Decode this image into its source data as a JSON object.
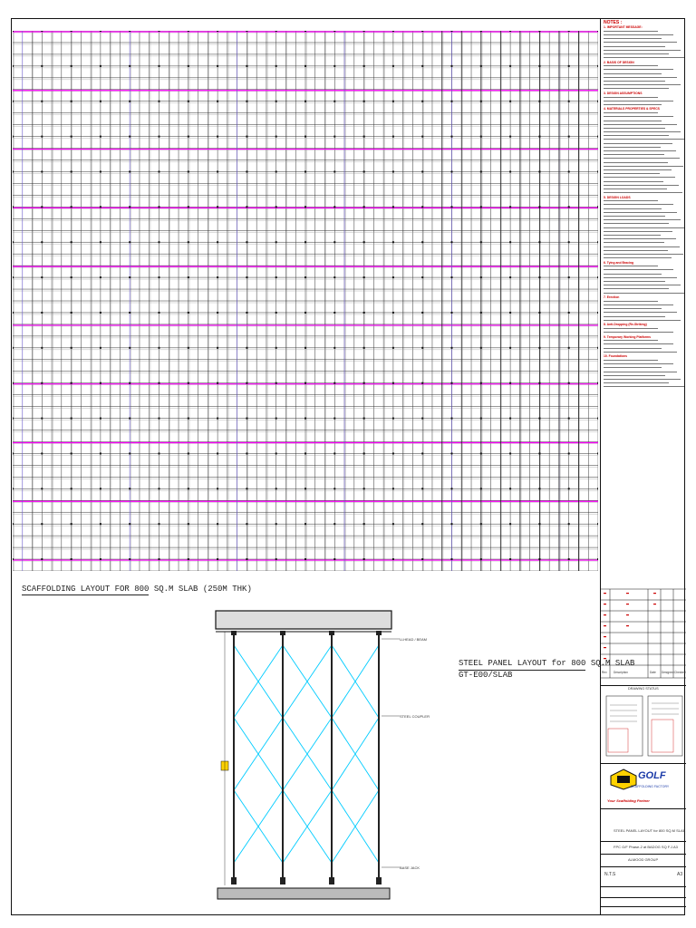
{
  "drawing": {
    "plan_caption": "SCAFFOLDING LAYOUT FOR 800 SQ.M SLAB (250M THK)",
    "section_caption_line1": "STEEL PANEL LAYOUT for 800 SQ.M SLAB",
    "section_caption_line2": "GT-E00/SLAB",
    "elevation_labels": {
      "top": "U-HEAD / BEAM",
      "mid": "STEEL COUPLER",
      "bottom": "BASE JACK"
    }
  },
  "notes": {
    "title": "NOTES :",
    "headings": [
      "1. IMPORTANT MESSAGE:",
      "2. BASIS OF DESIGN",
      "3. DESIGN ASSUMPTIONS",
      "4. MATERIALS PROPERTIES & SPECS",
      "5. DESIGN LOADS",
      "6. Tying and Bracing",
      "7. Erection",
      "8. Anti-Dropping (Re-Striking)",
      "9. Temporary Working Platforms",
      "10. Foundations"
    ]
  },
  "title_block": {
    "revision_columns": [
      "Rev",
      "Description",
      "Date",
      "Designed",
      "Checked"
    ],
    "drawing_status": "DRAWING STATUS",
    "company": "GOLF",
    "company_sub": "SCAFFOLDING FACTORY",
    "tagline": "Your Scaffolding Partner",
    "drawing_title": "STEEL PANEL LAYOUT for 800 SQ.M SLAB",
    "project": "FPC G/F Phase-2 at BADOG SQ F.J.A3",
    "client": "ALMOOD GROUP",
    "scale": "N.T.S",
    "sheet_size": "A3"
  },
  "colors": {
    "red_text": "#cc0000",
    "magenta_ledger": "#ff00ff",
    "cyan_brace": "#00ccff",
    "grid_line": "#333333",
    "brand_blue": "#1a3aa8",
    "logo_yellow": "#ffd200"
  }
}
